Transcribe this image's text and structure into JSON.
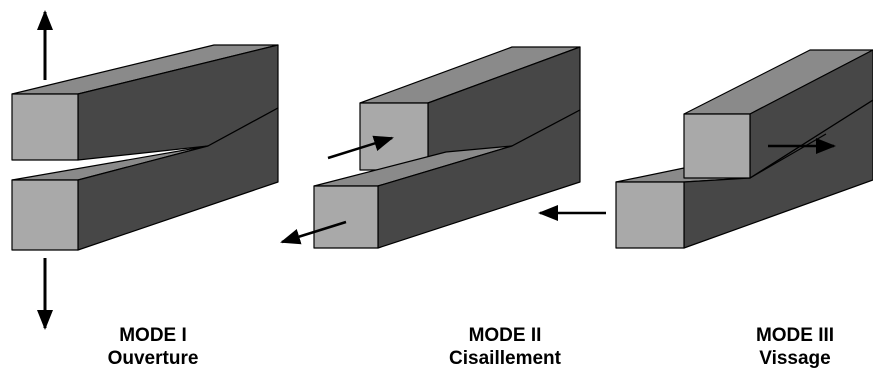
{
  "modes": [
    {
      "title": "MODE I",
      "subtitle": "Ouverture"
    },
    {
      "title": "MODE II",
      "subtitle": "Cisaillement"
    },
    {
      "title": "MODE III",
      "subtitle": "Vissage"
    }
  ],
  "colors": {
    "front_face": "#a9a9a9",
    "top_face": "#8a8a8a",
    "side_face": "#474747",
    "outline": "#000000",
    "arrow": "#000000"
  }
}
